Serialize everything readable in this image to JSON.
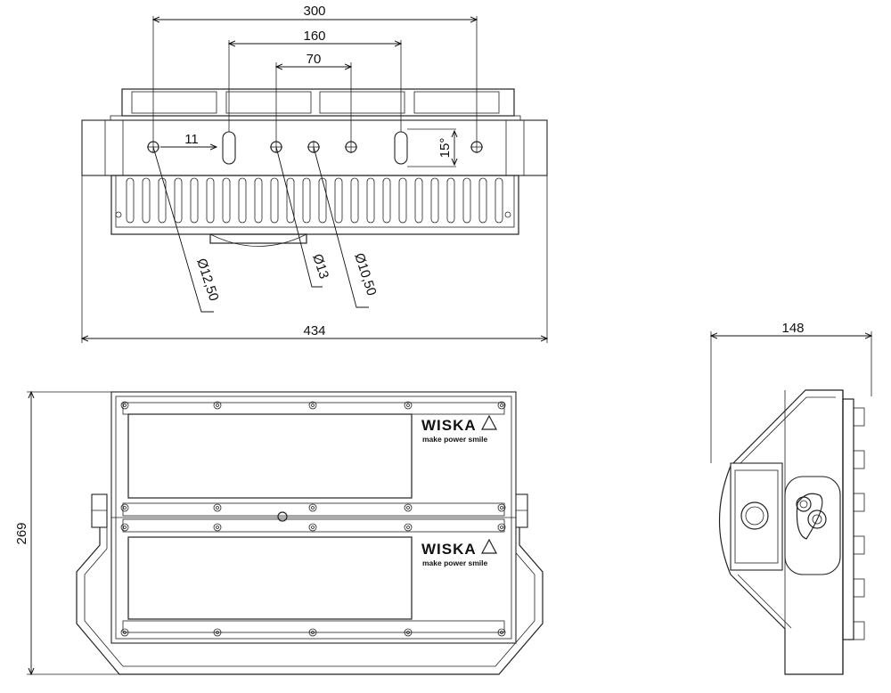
{
  "dimensions": {
    "top_width": "434",
    "spacing_300": "300",
    "spacing_160": "160",
    "spacing_70": "70",
    "slot_11": "11",
    "angle_15": "15°",
    "hole_12_50": "Ø12,50",
    "hole_13": "Ø13",
    "hole_10_50": "Ø10,50",
    "depth_148": "148",
    "height_269": "269"
  },
  "branding": {
    "logo": "WISKA",
    "slogan": "make power smile"
  }
}
